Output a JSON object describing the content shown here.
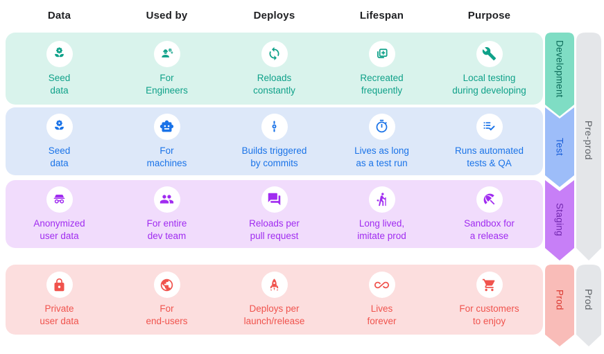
{
  "columns": [
    "Data",
    "Used by",
    "Deploys",
    "Lifespan",
    "Purpose"
  ],
  "environments": [
    {
      "id": "development",
      "label": "Development",
      "row_bg": "#d9f3ec",
      "accent": "#0fa189",
      "ribbon_fill": "#7fddc4",
      "ribbon_text_color": "#0c6b59",
      "cells": [
        {
          "icon": "seed-icon",
          "lines": [
            "Seed",
            "data"
          ]
        },
        {
          "icon": "engineers-icon",
          "lines": [
            "For",
            "Engineers"
          ]
        },
        {
          "icon": "reload-sync-icon",
          "lines": [
            "Reloads",
            "constantly"
          ]
        },
        {
          "icon": "recreate-add-icon",
          "lines": [
            "Recreated",
            "frequently"
          ]
        },
        {
          "icon": "wrench-icon",
          "lines": [
            "Local testing",
            "during developing"
          ]
        }
      ]
    },
    {
      "id": "test",
      "label": "Test",
      "row_bg": "#dde8f9",
      "accent": "#1a73e8",
      "ribbon_fill": "#9dbdf9",
      "ribbon_text_color": "#1a5fd9",
      "cells": [
        {
          "icon": "seed-icon",
          "lines": [
            "Seed",
            "data"
          ]
        },
        {
          "icon": "robot-icon",
          "lines": [
            "For",
            "machines"
          ]
        },
        {
          "icon": "commit-icon",
          "lines": [
            "Builds triggered",
            "by commits"
          ]
        },
        {
          "icon": "timer-icon",
          "lines": [
            "Lives as long",
            "as a test run"
          ]
        },
        {
          "icon": "checklist-icon",
          "lines": [
            "Runs automated",
            "tests & QA"
          ]
        }
      ]
    },
    {
      "id": "staging",
      "label": "Staging",
      "row_bg": "#f1dcfc",
      "accent": "#a02cf0",
      "ribbon_fill": "#c77ff7",
      "ribbon_text_color": "#7127ae",
      "cells": [
        {
          "icon": "incognito-icon",
          "lines": [
            "Anonymized",
            "user data"
          ]
        },
        {
          "icon": "group-icon",
          "lines": [
            "For entire",
            "dev team"
          ]
        },
        {
          "icon": "forum-icon",
          "lines": [
            "Reloads per",
            "pull request"
          ]
        },
        {
          "icon": "hiking-icon",
          "lines": [
            "Long lived,",
            "imitate prod"
          ]
        },
        {
          "icon": "umbrella-icon",
          "lines": [
            "Sandbox for",
            "a release"
          ]
        }
      ]
    },
    {
      "id": "prod",
      "label": "Prod",
      "row_bg": "#fcdede",
      "accent": "#f0534d",
      "ribbon_fill": "#f9bcb8",
      "ribbon_text_color": "#da362e",
      "cells": [
        {
          "icon": "lock-icon",
          "lines": [
            "Private",
            "user data"
          ]
        },
        {
          "icon": "globe-icon",
          "lines": [
            "For",
            "end-users"
          ]
        },
        {
          "icon": "rocket-icon",
          "lines": [
            "Deploys per",
            "launch/release"
          ]
        },
        {
          "icon": "infinity-icon",
          "lines": [
            "Lives",
            "forever"
          ]
        },
        {
          "icon": "cart-icon",
          "lines": [
            "For customers",
            "to enjoy"
          ]
        }
      ]
    }
  ],
  "stage_groups": [
    {
      "id": "preprod",
      "label": "Pre-prod",
      "fill": "#e4e6e9",
      "text_color": "#5f6368"
    },
    {
      "id": "prodgroup",
      "label": "Prod",
      "fill": "#e4e6e9",
      "text_color": "#5f6368"
    }
  ]
}
